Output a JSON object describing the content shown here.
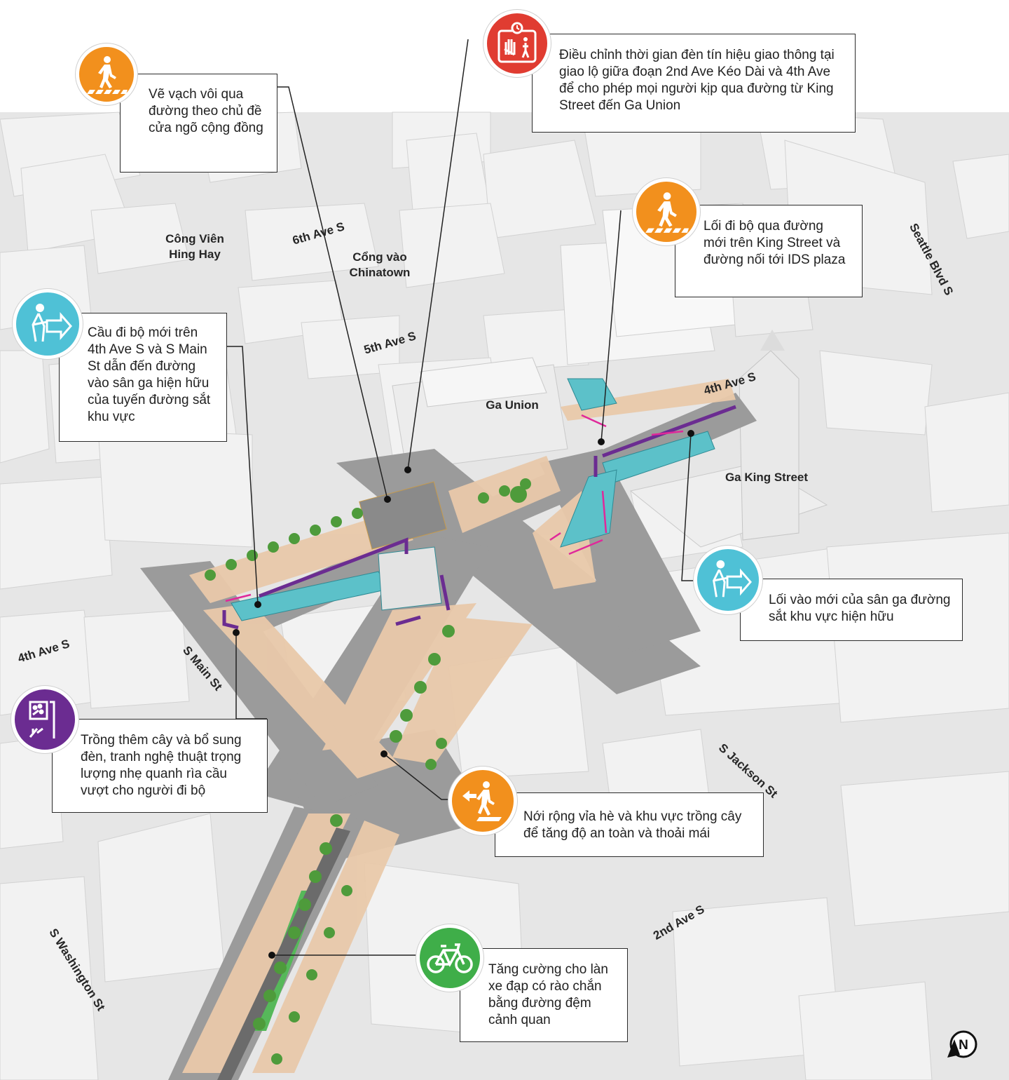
{
  "callouts": [
    {
      "id": "crosswalk-theme",
      "text": "Vẽ vạch vôi qua đường theo chủ đề cửa ngõ cộng đồng",
      "icon": "pedestrian-crosswalk-icon",
      "color": "#f2901d"
    },
    {
      "id": "signal-timing",
      "text": "Điều chỉnh thời gian đèn tín hiệu giao thông tại giao lộ giữa đoạn 2nd Ave Kéo Dài và 4th Ave để cho phép mọi người kịp qua đường từ King Street đến Ga Union",
      "icon": "pedestrian-signal-icon",
      "color": "#e03c31"
    },
    {
      "id": "king-crossing",
      "text": "Lối đi bộ qua đường mới trên King Street và đường nối tới IDS plaza",
      "icon": "pedestrian-crosswalk-icon",
      "color": "#f2901d"
    },
    {
      "id": "bridge-access",
      "text": "Cầu đi bộ mới trên 4th Ave S và S Main St dẫn đến đường vào sân ga hiện hữu của tuyến đường sắt khu vực",
      "icon": "pedestrian-arrow-icon",
      "color": "#4fc1d6"
    },
    {
      "id": "platform-entry",
      "text": "Lối vào mới của sân ga đường sắt khu vực hiện hữu",
      "icon": "pedestrian-arrow-icon",
      "color": "#4fc1d6"
    },
    {
      "id": "trees-lights",
      "text": "Trồng thêm cây và bổ sung đèn, tranh nghệ thuật trọng lượng nhẹ quanh rìa cầu vượt cho người đi bộ",
      "icon": "public-art-lamp-icon",
      "color": "#6b2c91"
    },
    {
      "id": "sidewalk-widen",
      "text": "Nới rộng vỉa hè và khu vực trồng cây để tăng độ an toàn và thoải mái",
      "icon": "pedestrian-widen-icon",
      "color": "#f2901d"
    },
    {
      "id": "bike-lane",
      "text": "Tăng cường cho làn xe đạp có rào chắn bằng đường đệm cảnh quan",
      "icon": "bicycle-icon",
      "color": "#3fae49"
    }
  ],
  "streets": {
    "sixth_ave": "6th Ave S",
    "fifth_ave": "5th Ave S",
    "fourth_ave_upper": "4th Ave S",
    "fourth_ave_lower": "4th Ave S",
    "seattle_blvd": "Seattle Blvd S",
    "main_st": "S Main St",
    "jackson_st": "S Jackson St",
    "washington_st": "S Washington St",
    "second_ave": "2nd Ave S"
  },
  "places": {
    "hing_hay": "Công Viên Hing Hay",
    "chinatown_gate": "Cổng vào Chinatown",
    "union_station": "Ga Union",
    "king_station": "Ga King Street"
  },
  "compass_letter": "N",
  "colors": {
    "orange": "#f2901d",
    "red": "#e03c31",
    "teal": "#4fc1d6",
    "purple": "#6b2c91",
    "green": "#3fae49",
    "bridge": "#5cc1c9",
    "sidewalk": "#e9c9aa",
    "road": "#9a9a9a",
    "building": "#f1f1f1"
  }
}
